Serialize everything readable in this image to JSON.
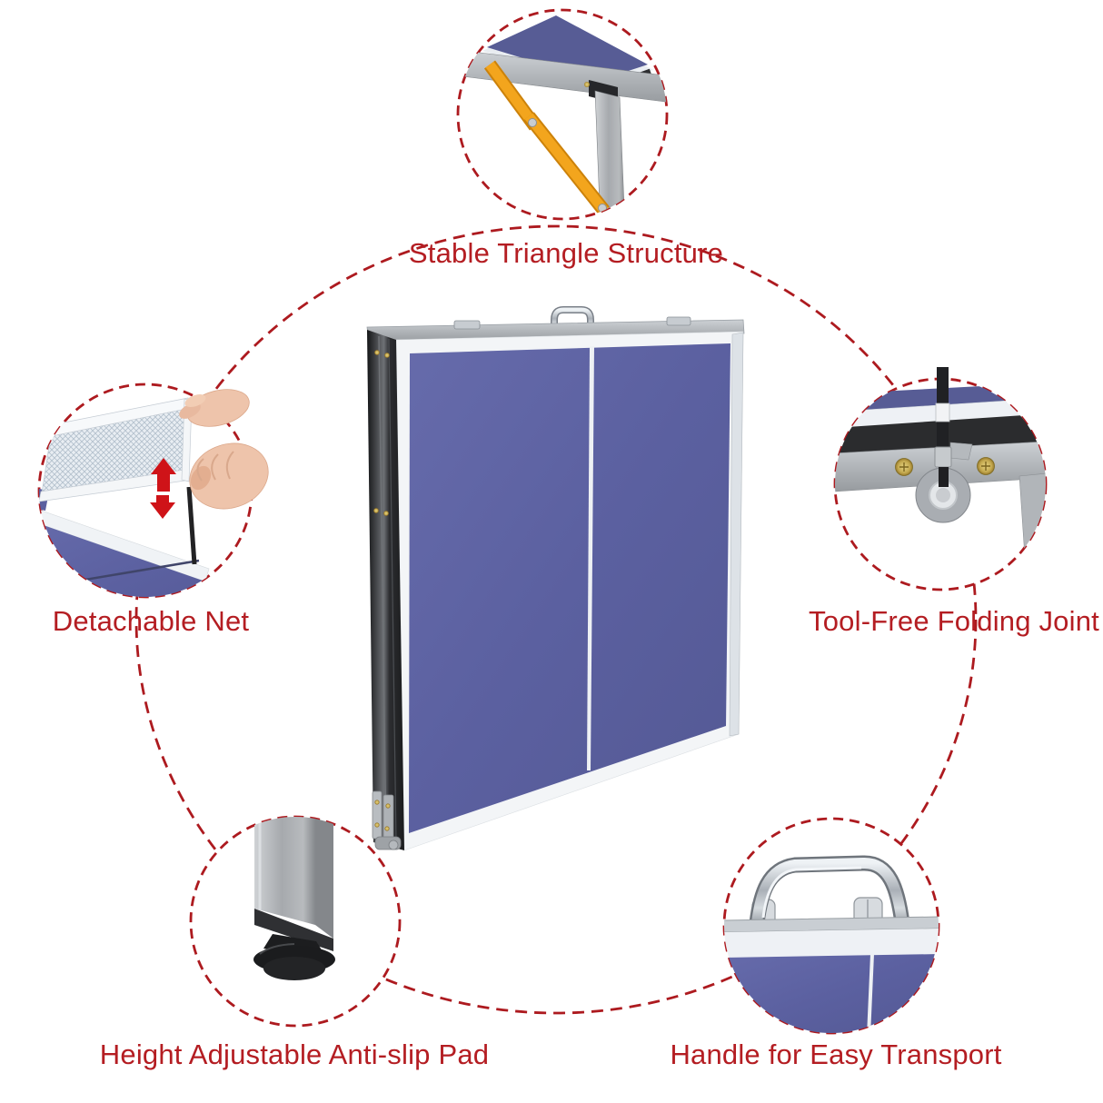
{
  "colors": {
    "label_red": "#b41d22",
    "dash_red": "#ad1a1f",
    "table_blue": "#5b60a0",
    "strap_yellow": "#f3a51d",
    "arrow_red": "#cf1318"
  },
  "callouts": [
    {
      "label": "Stable Triangle Structure"
    },
    {
      "label": "Detachable Net"
    },
    {
      "label": "Tool-Free Folding Joint"
    },
    {
      "label": "Height Adjustable Anti-slip Pad"
    },
    {
      "label": "Handle for Easy Transport"
    }
  ]
}
